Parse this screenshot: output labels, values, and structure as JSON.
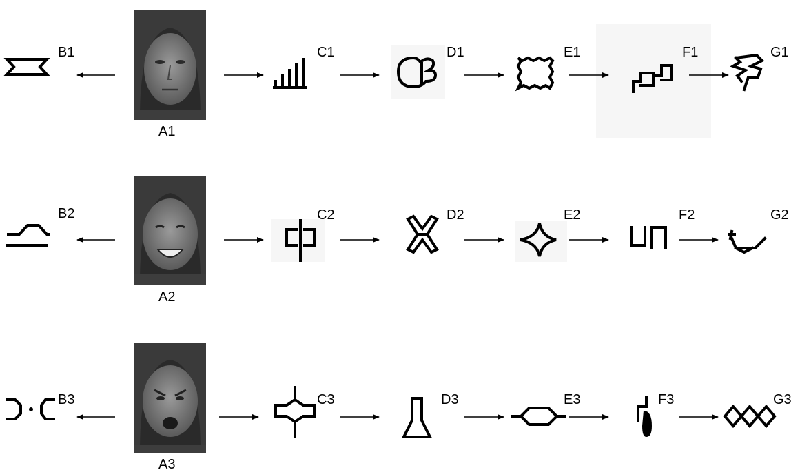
{
  "rows": [
    {
      "face": {
        "label": "A1",
        "expression": "neutral"
      },
      "left": {
        "label": "B1"
      },
      "chain": [
        {
          "label": "C1"
        },
        {
          "label": "D1"
        },
        {
          "label": "E1"
        },
        {
          "label": "F1"
        },
        {
          "label": "G1"
        }
      ]
    },
    {
      "face": {
        "label": "A2",
        "expression": "happy"
      },
      "left": {
        "label": "B2"
      },
      "chain": [
        {
          "label": "C2"
        },
        {
          "label": "D2"
        },
        {
          "label": "E2"
        },
        {
          "label": "F2"
        },
        {
          "label": "G2"
        }
      ]
    },
    {
      "face": {
        "label": "A3",
        "expression": "angry"
      },
      "left": {
        "label": "B3"
      },
      "chain": [
        {
          "label": "C3"
        },
        {
          "label": "D3"
        },
        {
          "label": "E3"
        },
        {
          "label": "F3"
        },
        {
          "label": "G3"
        }
      ]
    }
  ]
}
